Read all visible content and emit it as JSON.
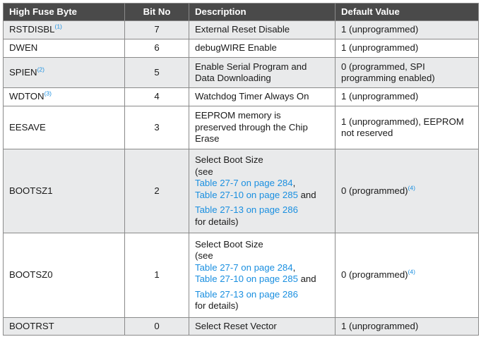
{
  "headers": [
    "High Fuse Byte",
    "Bit No",
    "Description",
    "Default Value"
  ],
  "rows": [
    {
      "name": "RSTDISBL",
      "note": "(1)",
      "bit": "7",
      "desc": [
        "External Reset Disable"
      ],
      "def": "1 (unprogrammed)",
      "def_note": ""
    },
    {
      "name": "DWEN",
      "note": "",
      "bit": "6",
      "desc": [
        "debugWIRE Enable"
      ],
      "def": "1 (unprogrammed)",
      "def_note": ""
    },
    {
      "name": "SPIEN",
      "note": "(2)",
      "bit": "5",
      "desc": [
        "Enable Serial Program and",
        "Data Downloading"
      ],
      "def": "0 (programmed, SPI programming enabled)",
      "def_note": ""
    },
    {
      "name": "WDTON",
      "note": "(3)",
      "bit": "4",
      "desc": [
        "Watchdog Timer Always On"
      ],
      "def": "1 (unprogrammed)",
      "def_note": ""
    },
    {
      "name": "EESAVE",
      "note": "",
      "bit": "3",
      "desc": [
        "EEPROM memory is",
        "preserved through the Chip",
        "Erase"
      ],
      "def": "1 (unprogrammed), EEPROM not reserved",
      "def_note": ""
    },
    {
      "name": "BOOTSZ1",
      "note": "",
      "bit": "2",
      "desc_a": "Select Boot Size",
      "desc_b": "(see",
      "link1": "Table 27-7 on page 284",
      "sep1": ",",
      "link2": "Table 27-10 on page 285",
      "sep2": " and",
      "link3": "Table 27-13 on page 286",
      "desc_end": "for details)",
      "def": "0 (programmed)",
      "def_note": "(4)"
    },
    {
      "name": "BOOTSZ0",
      "note": "",
      "bit": "1",
      "desc_a": "Select Boot Size",
      "desc_b": "(see",
      "link1": "Table 27-7 on page 284",
      "sep1": ",",
      "link2": "Table 27-10 on page 285",
      "sep2": " and",
      "link3": "Table 27-13 on page 286",
      "desc_end": "for details)",
      "def": "0 (programmed)",
      "def_note": "(4)"
    },
    {
      "name": "BOOTRST",
      "note": "",
      "bit": "0",
      "desc": [
        "Select Reset Vector"
      ],
      "def": "1 (unprogrammed)",
      "def_note": ""
    }
  ],
  "colors": {
    "header_bg": "#4a4a4a",
    "alt_row": "#e9eaeb",
    "link": "#1a8fe0"
  }
}
